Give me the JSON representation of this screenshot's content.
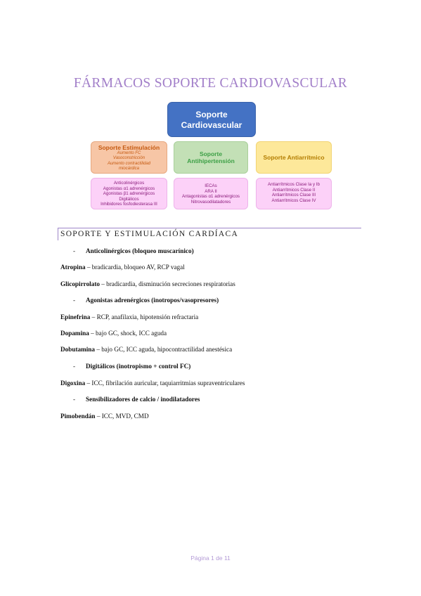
{
  "title": "FÁRMACOS SOPORTE CARDIOVASCULAR",
  "diagram": {
    "root": {
      "line1": "Soporte",
      "line2": "Cardiovascular"
    },
    "stimulation": {
      "title": "Soporte Estimulación",
      "items": [
        "Aumento FC",
        "Vasoconstricción",
        "Aumento contractilidad",
        "miocárdica"
      ],
      "drugs": [
        "Anticolinérgicos",
        "Agonistas α1 adrenérgicos",
        "Agonistas β1 adrenérgicos",
        "Digitálicos",
        "Inhibidores fosfodiesterasa III"
      ]
    },
    "antihypertension": {
      "title_line1": "Soporte",
      "title_line2": "Antihipertensión",
      "drugs": [
        "IECAs",
        "ARA II",
        "Antagonistas α1 adrenérgicos",
        "Nitrovasodilatadores"
      ]
    },
    "antiarrhythmic": {
      "title": "Soporte Antiarrítmico",
      "drugs": [
        "Antiarrítmicos Clase Ia y Ib",
        "Antiarrítmicos Clase II",
        "Antiarrítmicos Clase III",
        "Antiarrítmicos Clase IV"
      ]
    }
  },
  "section": {
    "heading": "SOPORTE Y ESTIMULACIÓN CARDÍACA",
    "groups": [
      {
        "bullet": "Anticolinérgicos (bloqueo muscarínico)"
      },
      {
        "drug": "Atropina",
        "desc": " – bradicardia, bloqueo AV, RCP vagal"
      },
      {
        "drug": "Glicopirrolato",
        "desc": " – bradicardia, disminución secreciones respiratorias"
      },
      {
        "bullet": "Agonistas adrenérgicos (inotropos/vasopresores)"
      },
      {
        "drug": "Epinefrina",
        "desc": " – RCP, anafilaxia, hipotensión refractaria"
      },
      {
        "drug": "Dopamina",
        "desc": " – bajo GC, shock, ICC aguda"
      },
      {
        "drug": "Dobutamina",
        "desc": " – bajo GC, ICC aguda, hipocontractilidad anestésica"
      },
      {
        "bullet": "Digitálicos (inotropismo + control FC)"
      },
      {
        "drug": "Digoxina",
        "desc": " – ICC, fibrilación auricular, taquiarritmias supraventriculares"
      },
      {
        "bullet": "Sensibilizadores de calcio / inodilatadores"
      },
      {
        "drug": "Pimobendán",
        "desc": " – ICC, MVD, CMD"
      }
    ],
    "dash": "-"
  },
  "footer": "Página 1 de 11"
}
